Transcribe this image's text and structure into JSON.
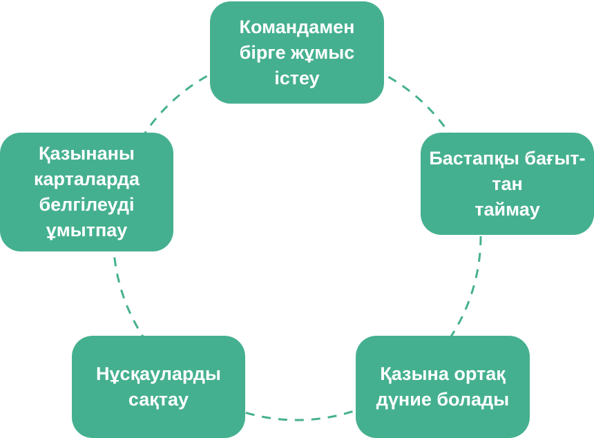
{
  "diagram": {
    "colors": {
      "node_fill": "#45b08f",
      "node_text": "#ffffff",
      "connector": "#45b08f"
    },
    "connector_style": "dashed circle",
    "nodes": [
      {
        "id": "top",
        "label": "Командамен\nбірге жұмыс\nістеу"
      },
      {
        "id": "right",
        "label": "Бастапқы бағыт-\nтан\nтаймау"
      },
      {
        "id": "bottom-right",
        "label": "Қазына ортақ\nдүние болады"
      },
      {
        "id": "bottom-left",
        "label": "Нұсқауларды\nсақтау"
      },
      {
        "id": "left",
        "label": "Қазынаны\nкарталарда\nбелгілеуді\nұмытпау"
      }
    ]
  }
}
